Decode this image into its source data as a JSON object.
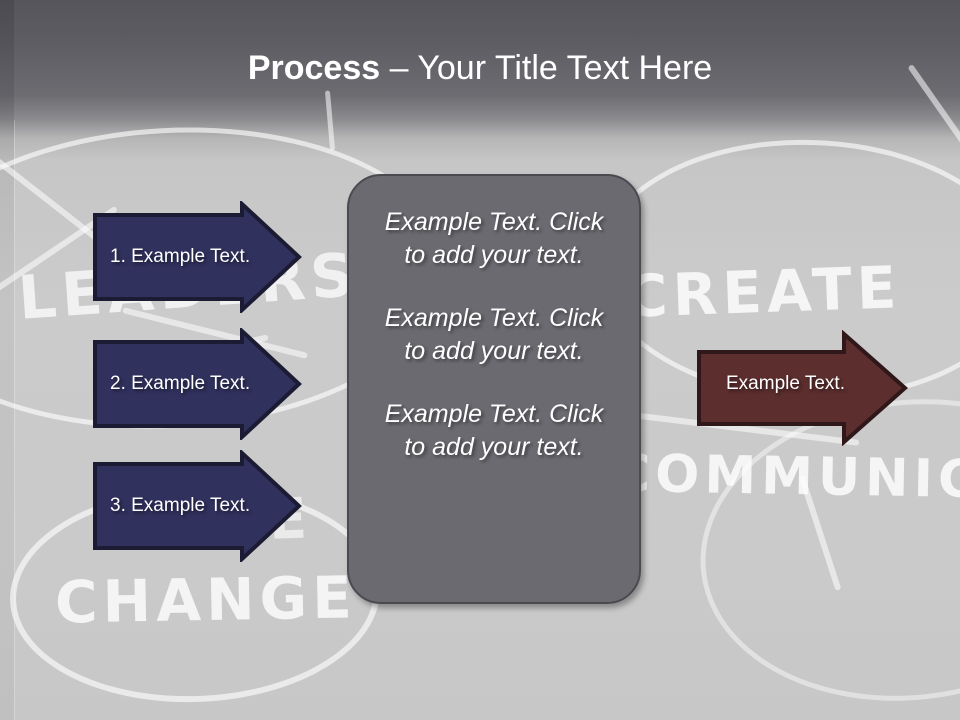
{
  "slide": {
    "title_bold": "Process",
    "title_rest": " – Your Title Text Here"
  },
  "background": {
    "chalk_words": [
      {
        "name": "leaders",
        "text": "LEADERS"
      },
      {
        "name": "drive",
        "text": "DRIVE"
      },
      {
        "name": "change",
        "text": "CHANGE"
      },
      {
        "name": "create",
        "text": "CREATE"
      },
      {
        "name": "communicate",
        "text": "COMMUNICATE"
      }
    ],
    "colors": {
      "header_gradient_top": "#55555b",
      "board_light": "#cacaca",
      "chalk_white": "#ffffff"
    }
  },
  "left_arrows": {
    "fill_color": "#31315e",
    "outline_color": "#1b1b33",
    "items": [
      {
        "name": "step-1",
        "label": "1. Example Text."
      },
      {
        "name": "step-2",
        "label": "2. Example Text."
      },
      {
        "name": "step-3",
        "label": "3. Example Text."
      }
    ]
  },
  "center_box": {
    "fill_color": "#6a6a70",
    "border_color": "#4a4a4f",
    "paragraphs": [
      "Example Text. Click  to add your text.",
      "Example Text. Click  to add your text.",
      "Example Text. Click  to add your text."
    ]
  },
  "right_arrow": {
    "fill_color": "#5c2e2e",
    "outline_color": "#30181a",
    "label": "Example Text."
  }
}
